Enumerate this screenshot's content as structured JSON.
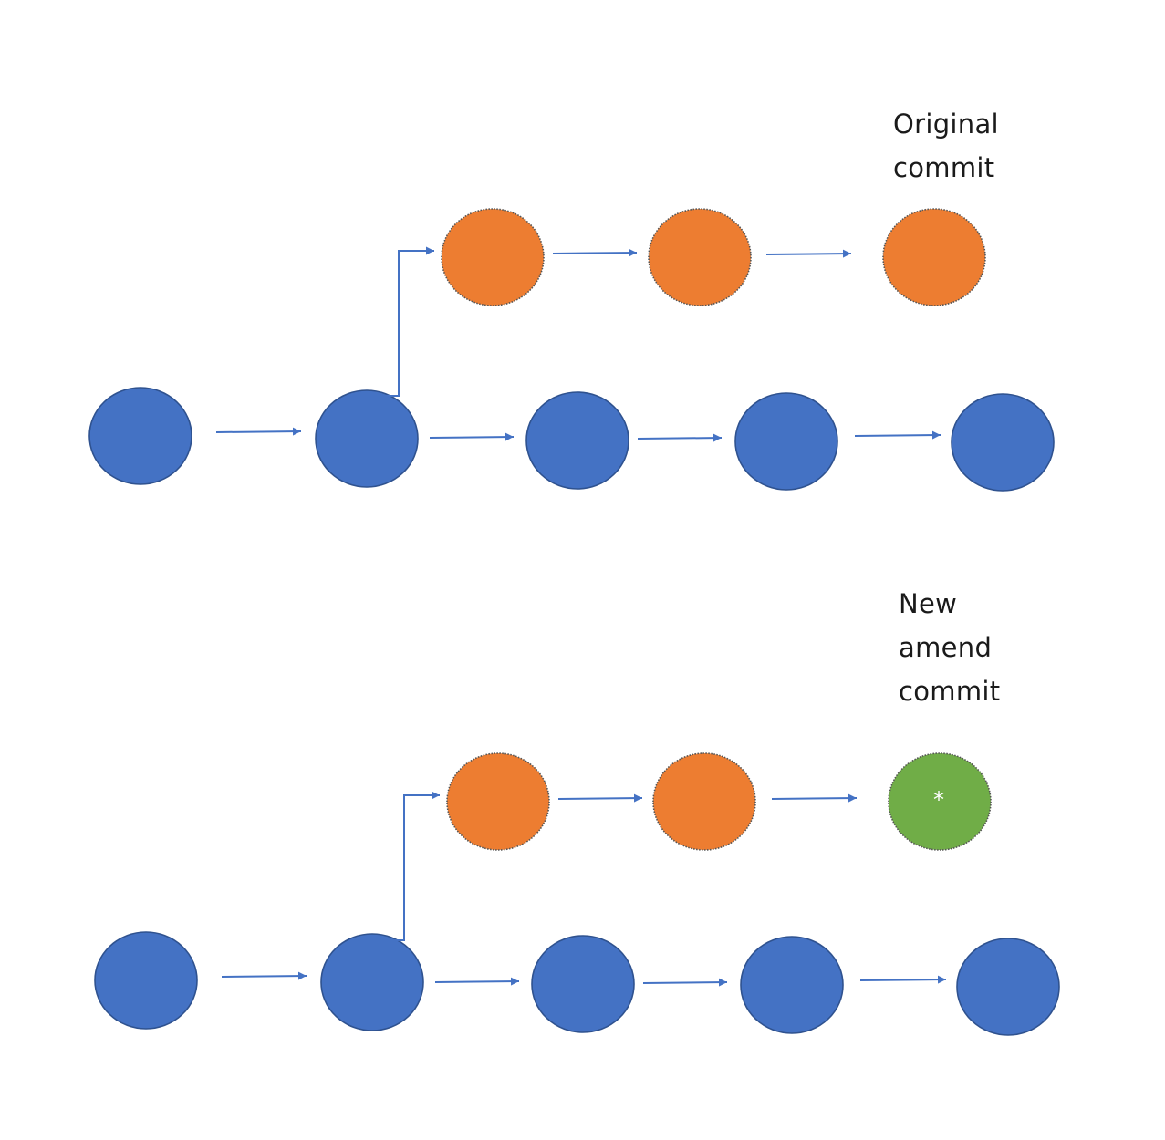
{
  "colors": {
    "main_node": "#4472C4",
    "main_node_stroke": "#2F528F",
    "branch_node": "#ED7D31",
    "amended_node": "#70AD47",
    "arrow": "#4472C4",
    "label_text": "#1A1A1A",
    "marker_text": "#FFFFFF"
  },
  "panels": [
    {
      "label_lines": [
        "Original",
        "commit"
      ],
      "branch_tip_color": "#ED7D31",
      "branch_tip_marker": ""
    },
    {
      "label_lines": [
        "New",
        "amend",
        "commit"
      ],
      "branch_tip_color": "#70AD47",
      "branch_tip_marker": "*"
    }
  ]
}
